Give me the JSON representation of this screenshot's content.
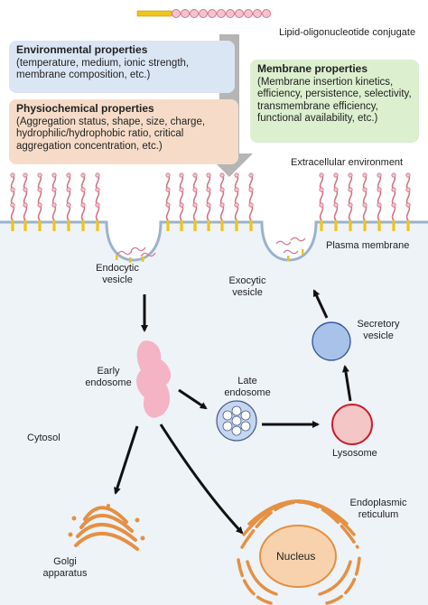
{
  "conjugate": {
    "label": "Lipid-oligonucleotide conjugate"
  },
  "environmental": {
    "title": "Environmental properties",
    "body": "(temperature, medium, ionic strength, membrane composition, etc.)",
    "bg_color": "#dbe6f4"
  },
  "physicochemical": {
    "title": "Physiochemical properties",
    "body": "(Aggregation status, shape, size, charge, hydrophilic/hydrophobic ratio, critical aggregation concentration, etc.)",
    "bg_color": "#f6dcc8"
  },
  "membrane_props": {
    "title": "Membrane properties",
    "body": "(Membrane insertion kinetics, efficiency, persistence, selectivity, transmembrane efficiency, functional availability, etc.)",
    "bg_color": "#dcefcf"
  },
  "labels": {
    "extracellular": "Extracellular environment",
    "plasma_membrane": "Plasma membrane",
    "endocytic_vesicle": "Endocytic vesicle",
    "exocytic_vesicle": "Exocytic vesicle",
    "early_endosome": "Early endosome",
    "late_endosome": "Late endosome",
    "secretory_vesicle": "Secretory vesicle",
    "lysosome": "Lysosome",
    "cytosol": "Cytosol",
    "endoplasmic_reticulum": "Endoplasmic reticulum",
    "nucleus": "Nucleus",
    "golgi": "Golgi apparatus"
  },
  "colors": {
    "cytosol": "#eef3f8",
    "membrane": "#9ab3cc",
    "lipid_anchor": "#f0c419",
    "oligo_bead": "#f4c3cf",
    "oligo_stroke": "#d4748c",
    "arrow": "#111111",
    "big_arrow": "#b5b5b5",
    "early_endosome": "#f4b4c6",
    "late_endosome": "#c5d6ef",
    "secretory_vesicle": "#a8c2ea",
    "lysosome": "#f4c6c6",
    "lysosome_stroke": "#c8202c",
    "organelle": "#e59043"
  }
}
